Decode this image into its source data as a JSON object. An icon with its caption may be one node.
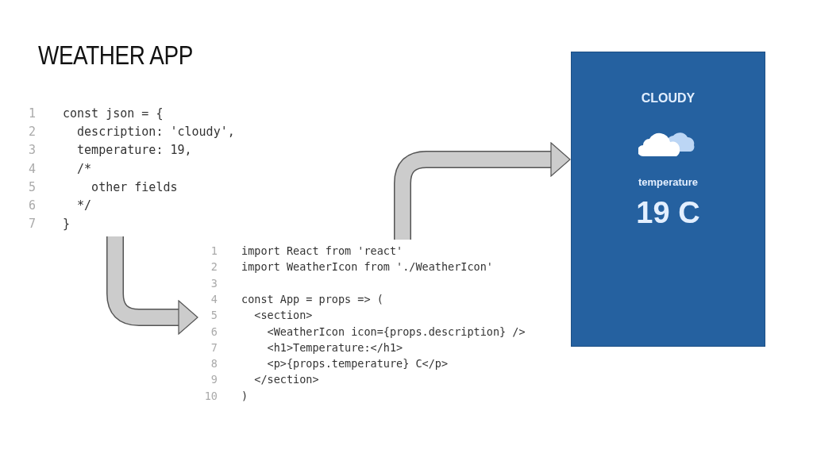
{
  "diagram": {
    "title": "WEATHER APP",
    "nodes": [
      {
        "text": [
          "const json = {",
          "  description: 'cloudy',",
          "  temperature: 19,",
          "  /*",
          "    other fields",
          "  */",
          "}"
        ],
        "beside": [
          "1",
          "2",
          "3",
          "4",
          "5",
          "6",
          "7"
        ]
      },
      {
        "text": [
          "import React from 'react'",
          "import WeatherIcon from './WeatherIcon'",
          "const App = props => (",
          "  <section>",
          "    <WeatherIcon icon={props.description} />",
          "    <h1>Temperature:</h1>",
          "    <p>{props.temperature} C</p>",
          "  </section>",
          ")"
        ],
        "beside": [
          "1",
          "2",
          "3",
          "4",
          "5",
          "6",
          "7",
          "8",
          "9",
          "10"
        ]
      },
      {
        "text": [
          "CLOUDY",
          "temperature",
          "19 C"
        ]
      }
    ],
    "edges": [
      {
        "from": 0,
        "to": 1,
        "arrow": "to"
      },
      {
        "from": 1,
        "to": 2,
        "arrow": "to"
      }
    ]
  }
}
